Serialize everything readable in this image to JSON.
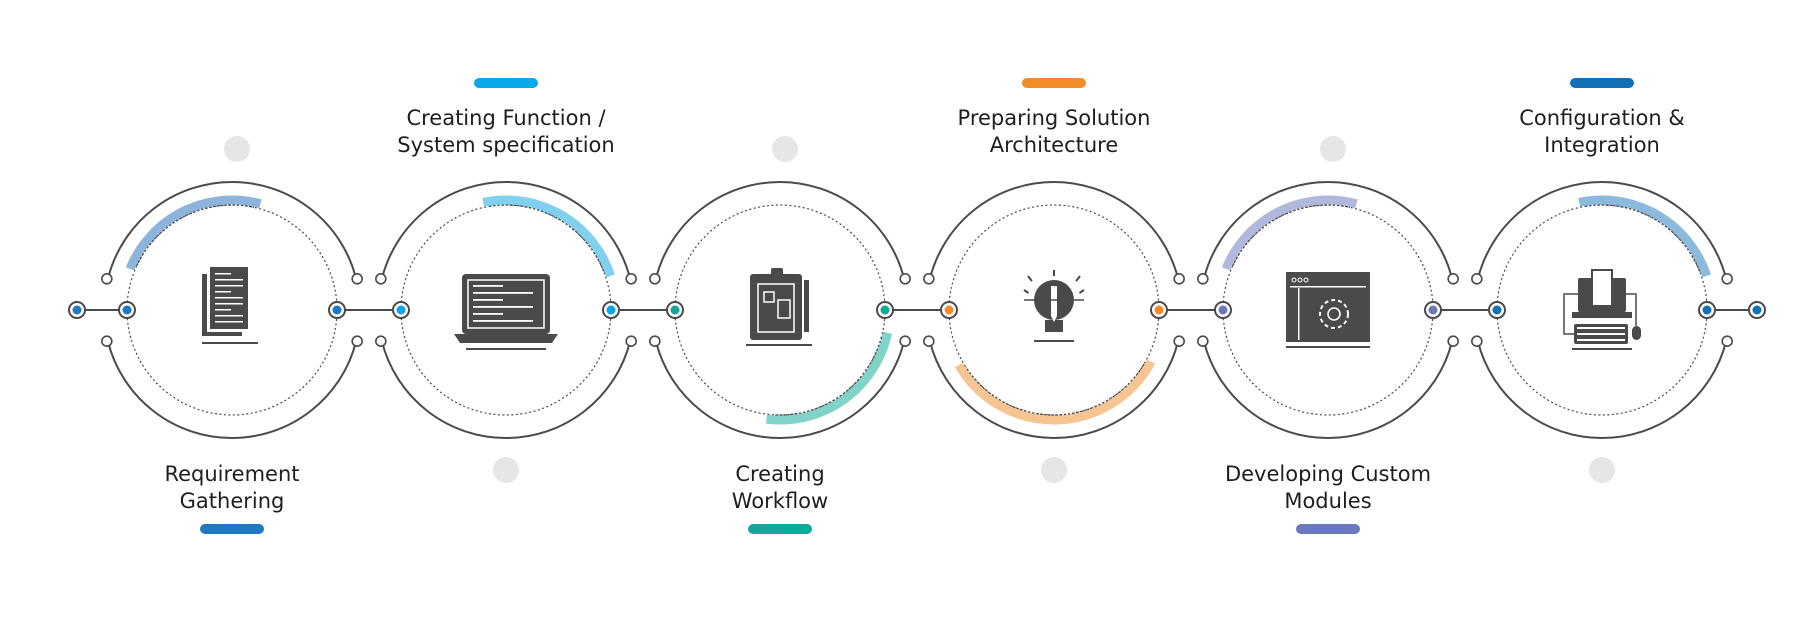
{
  "steps": [
    {
      "label": [
        "Requirement",
        "Gathering"
      ],
      "position": "bottom",
      "color": "#1f78c1",
      "arc_color": "#8db5dc",
      "icon": "documents-icon"
    },
    {
      "label": [
        "Creating Function /",
        "System specification"
      ],
      "position": "top",
      "color": "#0aa8e6",
      "arc_color": "#80d0f0",
      "icon": "laptop-code-icon"
    },
    {
      "label": [
        "Creating",
        "Workflow"
      ],
      "position": "bottom",
      "color": "#0fa89a",
      "arc_color": "#80d3c8",
      "icon": "blueprint-clipboard-icon"
    },
    {
      "label": [
        "Preparing Solution",
        "Architecture"
      ],
      "position": "top",
      "color": "#f28c28",
      "arc_color": "#f6c592",
      "icon": "lightbulb-pencil-icon"
    },
    {
      "label": [
        "Developing Custom",
        "Modules"
      ],
      "position": "bottom",
      "color": "#6a78bd",
      "arc_color": "#b2b8dc",
      "icon": "browser-gear-icon"
    },
    {
      "label": [
        "Configuration &",
        "Integration"
      ],
      "position": "top",
      "color": "#1070b8",
      "arc_color": "#8bbadd",
      "icon": "computer-integration-icon"
    }
  ],
  "colors": {
    "line": "#4a4a4a",
    "icon": "#4a4a4a",
    "placeholder_dot": "#e6e6e6"
  }
}
